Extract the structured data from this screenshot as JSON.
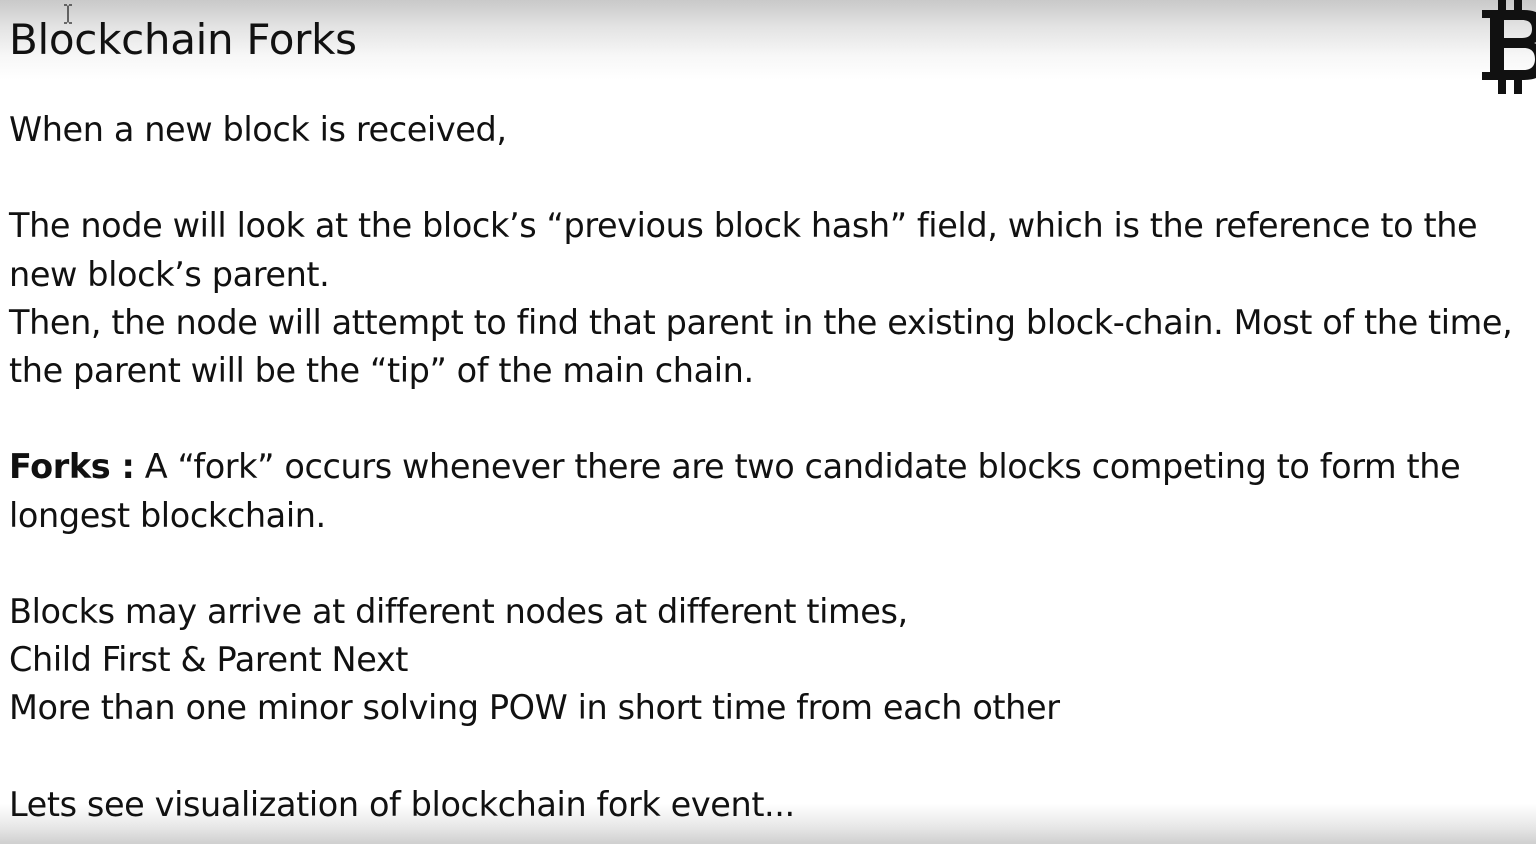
{
  "slide": {
    "title": "Blockchain Forks",
    "lines": [
      "When a new block is received,",
      "",
      "The node will look at the block’s “previous block hash” field, which is the reference to the",
      "new block’s parent.",
      "Then, the node will attempt to find that parent in the existing block-chain. Most of the time,",
      "the parent will be the “tip” of the main chain.",
      "",
      "",
      "longest blockchain.",
      "",
      "Blocks may arrive at different nodes at different times,",
      "Child First & Parent Next",
      "More than one minor solving POW in short time from each other",
      "",
      "Lets see visualization of blockchain fork event..."
    ],
    "forks_term": "Forks :",
    "forks_definition": " A “fork” occurs whenever there are two candidate blocks competing to form the"
  },
  "icons": {
    "logo": "bitcoin-icon",
    "cursor": "text-cursor-icon"
  },
  "colors": {
    "text": "#111111",
    "logo": "#111111"
  }
}
